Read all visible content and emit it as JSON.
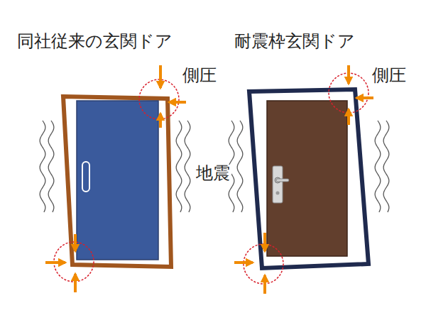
{
  "diagram": {
    "labels": [
      "同社従来の玄関ドア",
      "耐震枠玄関ドア",
      "側圧",
      "側圧",
      "地震"
    ]
  }
}
